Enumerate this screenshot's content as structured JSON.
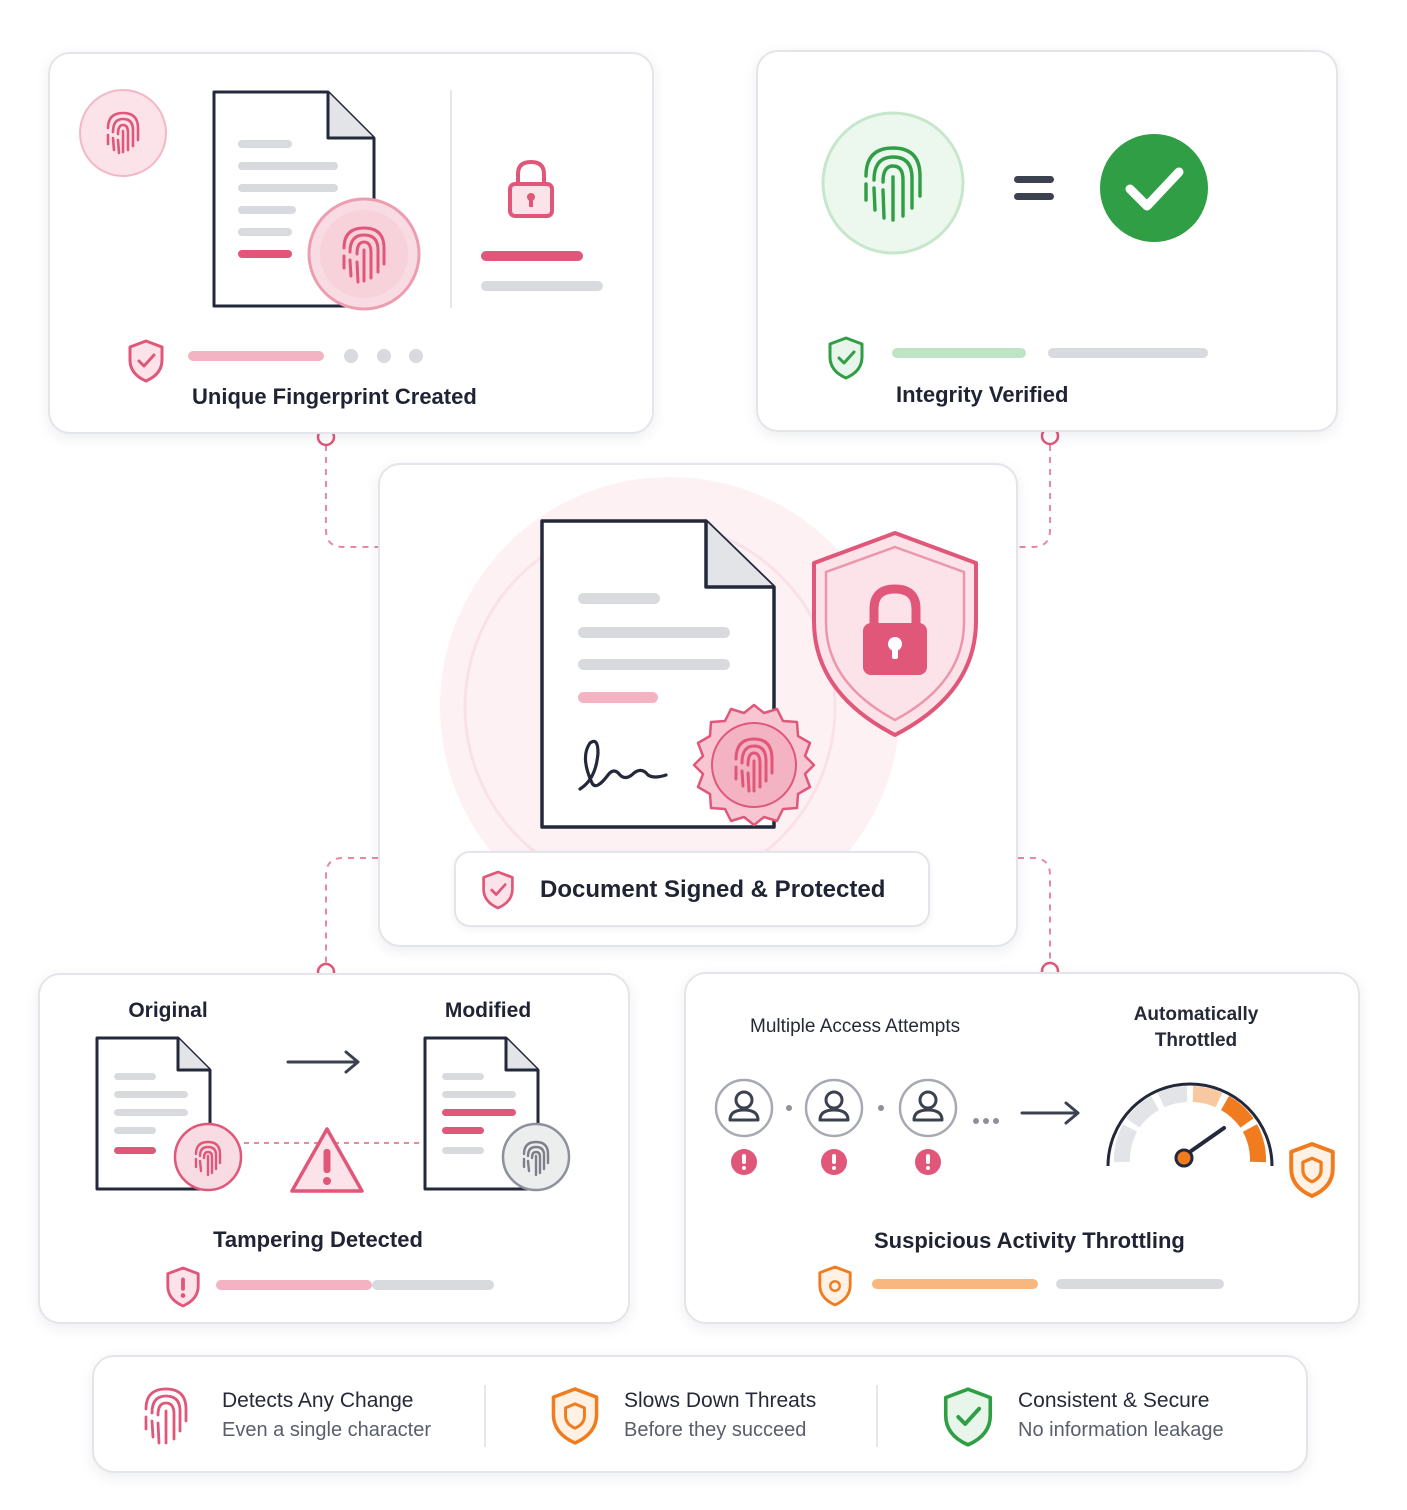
{
  "cards": {
    "fingerprint": {
      "title": "Unique Fingerprint Created"
    },
    "integrity": {
      "title": "Integrity Verified"
    },
    "signed": {
      "title": "Document Signed & Protected"
    },
    "tamper": {
      "title": "Tampering Detected",
      "original_label": "Original",
      "modified_label": "Modified"
    },
    "throttle": {
      "title": "Suspicious Activity Throttling",
      "attempts_label": "Multiple Access Attempts",
      "throttled_label_line1": "Automatically",
      "throttled_label_line2": "Throttled"
    }
  },
  "features": [
    {
      "title": "Detects Any Change",
      "subtitle": "Even a single character",
      "icon": "fingerprint-icon"
    },
    {
      "title": "Slows Down Threats",
      "subtitle": "Before they succeed",
      "icon": "orange-shield-icon"
    },
    {
      "title": "Consistent & Secure",
      "subtitle": "No information leakage",
      "icon": "green-shield-check-icon"
    }
  ],
  "colors": {
    "pink": "#e0577a",
    "pink_light": "#f6c9d4",
    "green": "#2f9e44",
    "green_light": "#bfe3c5",
    "orange": "#f07c1f",
    "orange_light": "#f8b77e",
    "gray": "#d9dade",
    "dark": "#23283a"
  }
}
